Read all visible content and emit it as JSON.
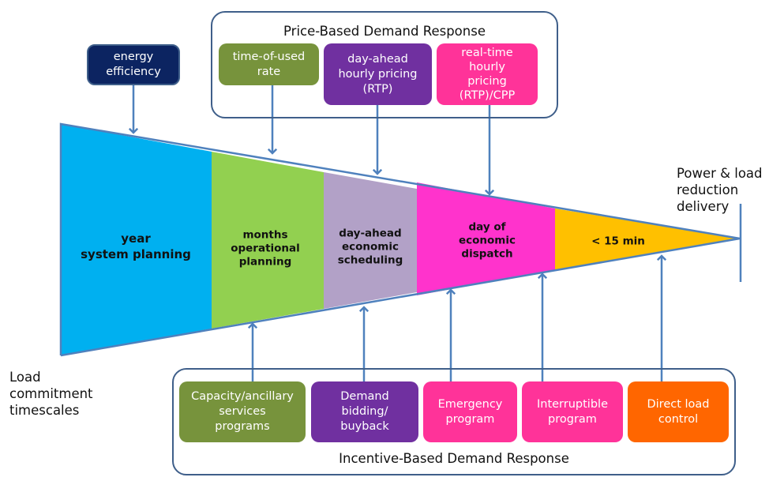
{
  "colors": {
    "arrow": "#4f81bd",
    "frame": "#3f5f8a",
    "energy_efficiency": "#0c2461",
    "olive": "#77933c",
    "purple": "#7030a0",
    "pink": "#ff3399",
    "orange": "#ff6600",
    "seg_year": "#00b0f0",
    "seg_months": "#92d050",
    "seg_dayahead": "#b2a1c7",
    "seg_dispatch": "#ff33cc",
    "seg_15min": "#ffc000"
  },
  "energy_efficiency": {
    "label": "energy\nefficiency"
  },
  "price_based": {
    "title": "Price-Based Demand Response",
    "items": [
      {
        "label": "time-of-used\nrate"
      },
      {
        "label": "day-ahead\nhourly pricing\n(RTP)"
      },
      {
        "label": "real-time\nhourly\npricing\n(RTP)/CPP"
      }
    ]
  },
  "funnel": {
    "segments": [
      {
        "label": "year\nsystem planning"
      },
      {
        "label": "months\noperational\nplanning"
      },
      {
        "label": "day-ahead\neconomic\nscheduling"
      },
      {
        "label": "day of\neconomic\ndispatch"
      },
      {
        "label": "< 15 min"
      }
    ]
  },
  "side_labels": {
    "delivery": "Power & load\nreduction\ndelivery",
    "timescales": "Load\ncommitment\ntimescales"
  },
  "incentive_based": {
    "title": "Incentive-Based Demand Response",
    "items": [
      {
        "label": "Capacity/ancillary\nservices\nprograms"
      },
      {
        "label": "Demand\nbidding/\nbuyback"
      },
      {
        "label": "Emergency\nprogram"
      },
      {
        "label": "Interruptible\nprogram"
      },
      {
        "label": "Direct load\ncontrol"
      }
    ]
  }
}
